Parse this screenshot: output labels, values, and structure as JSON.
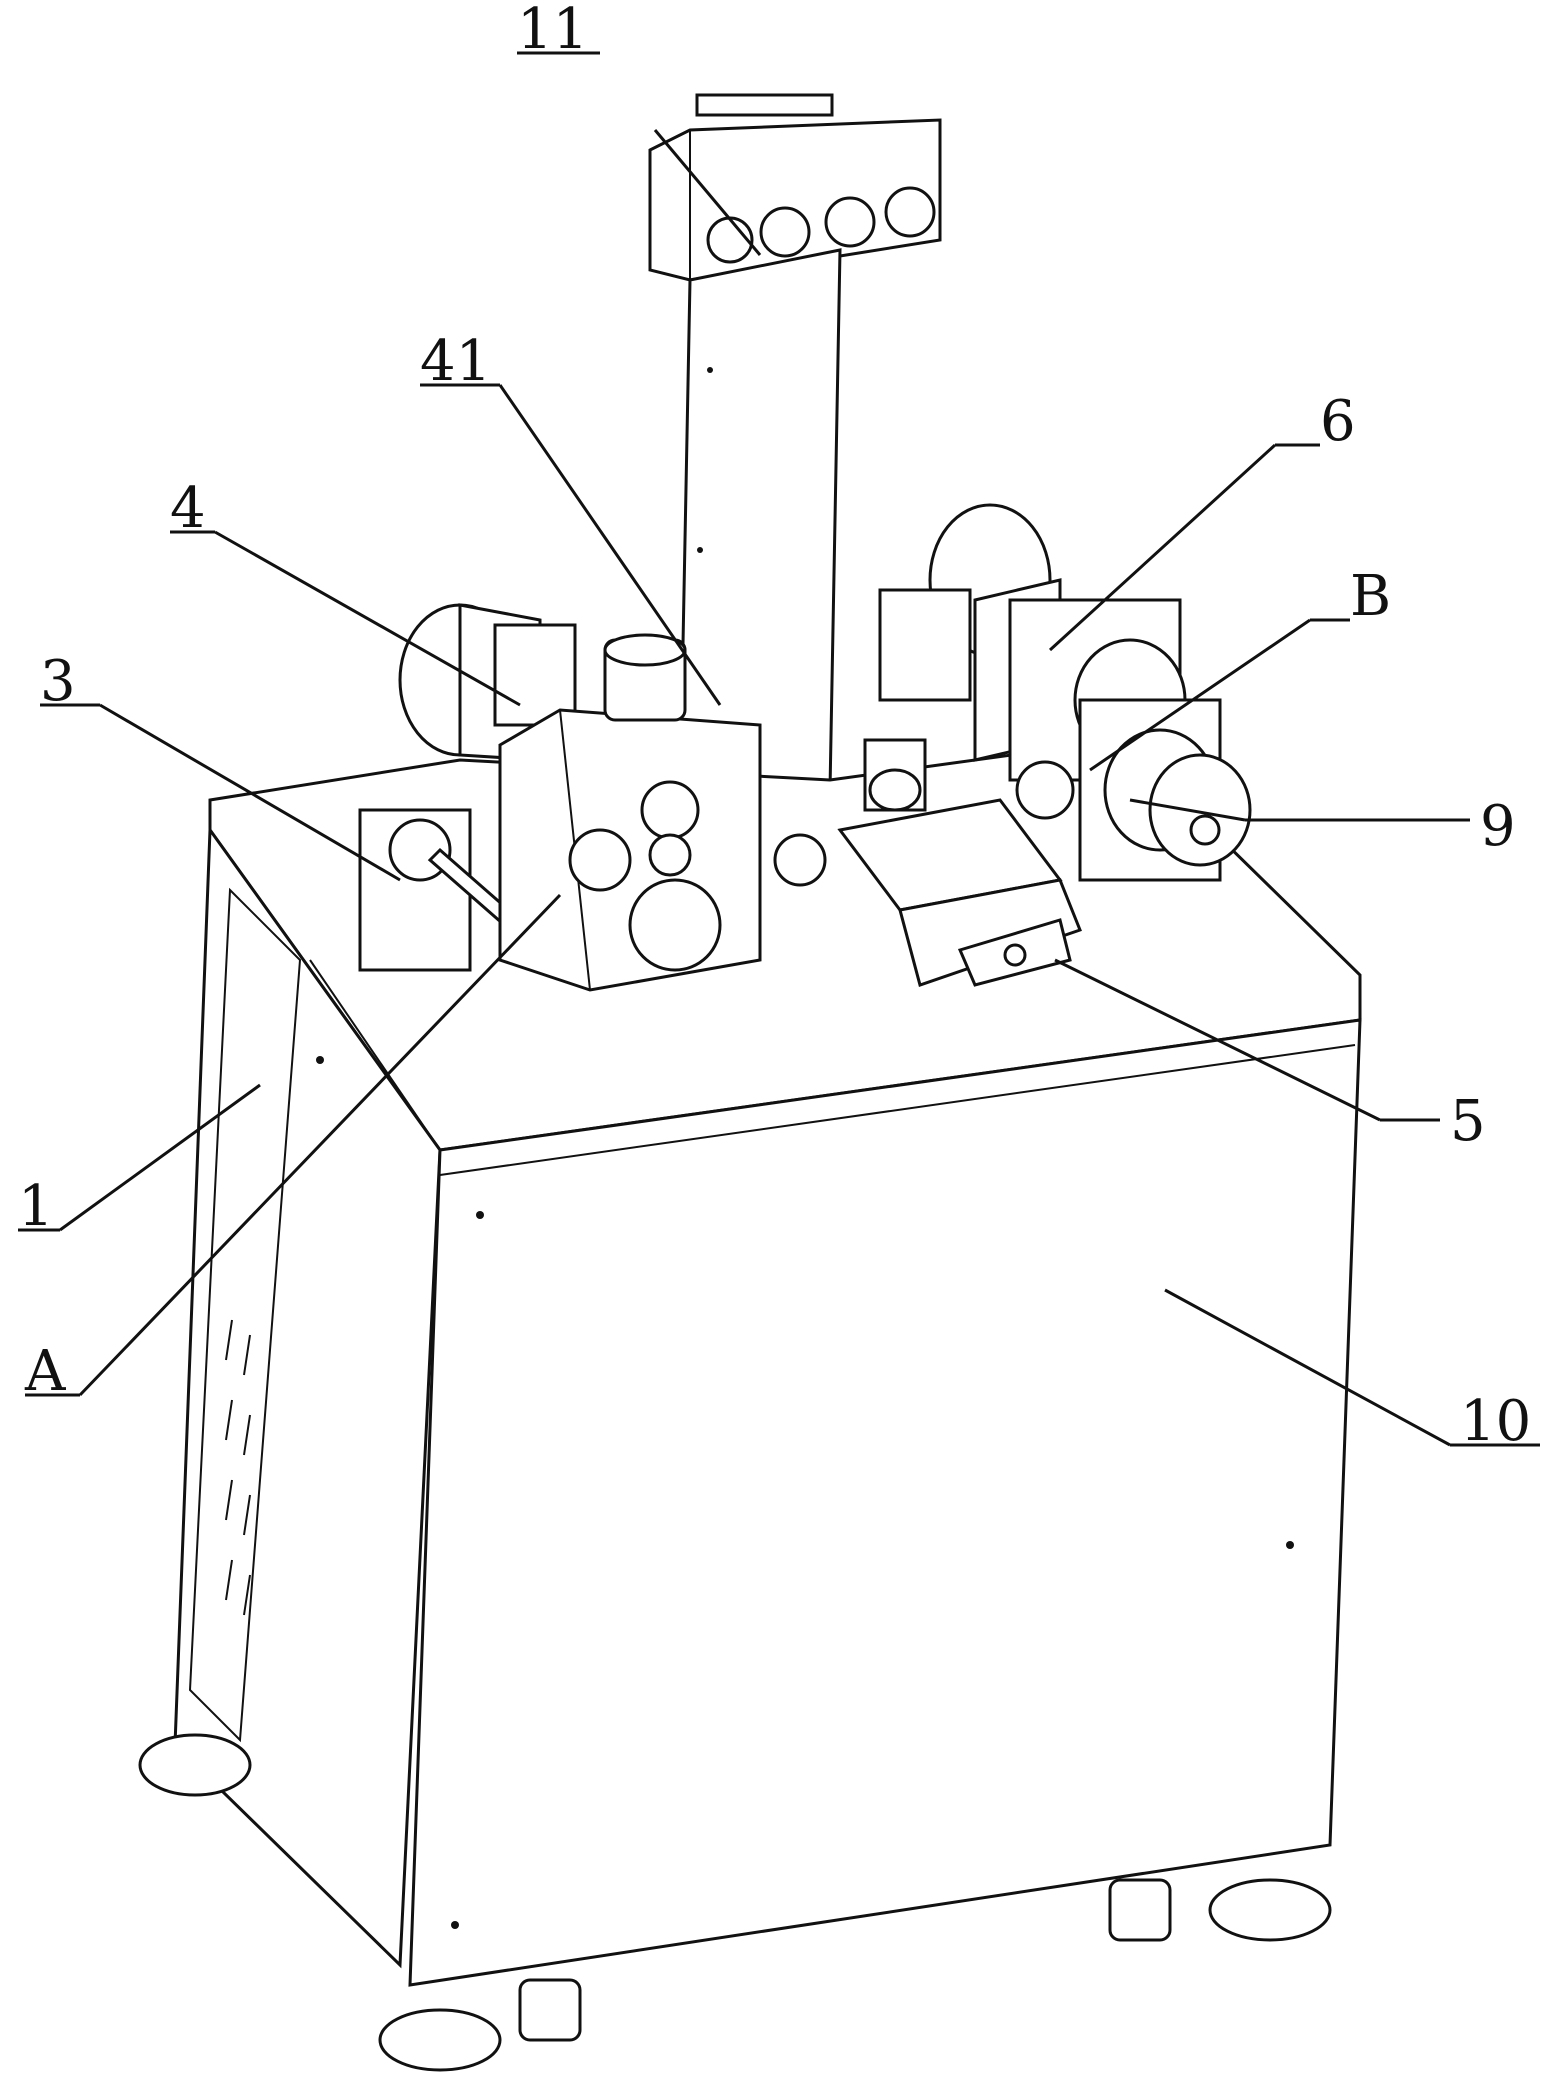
{
  "labels": {
    "l11": "11",
    "l41": "41",
    "l6": "6",
    "lB": "B",
    "l4": "4",
    "l3": "3",
    "l9": "9",
    "l5": "5",
    "l1": "1",
    "lA": "A",
    "l10": "10"
  }
}
